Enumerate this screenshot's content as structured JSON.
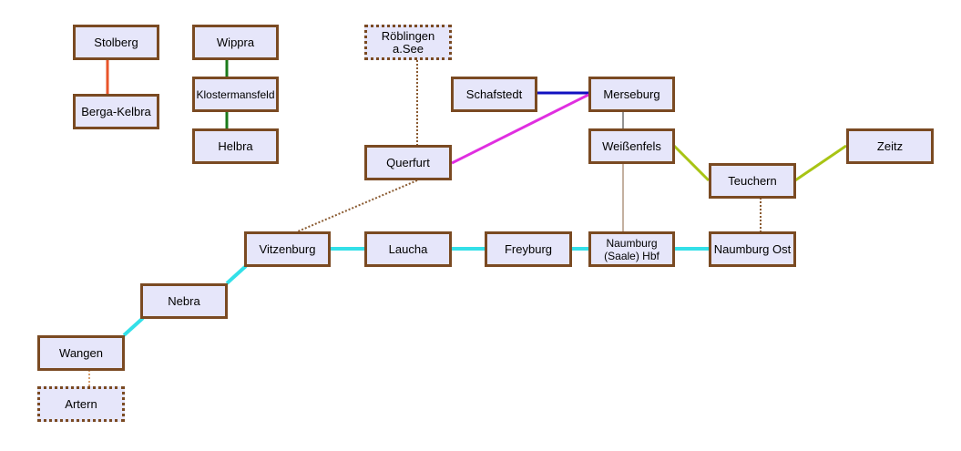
{
  "stations": {
    "stolberg": "Stolberg",
    "berga_kelbra": "Berga-Kelbra",
    "wippra": "Wippra",
    "klostermansfeld": "Klostermansfeld",
    "helbra": "Helbra",
    "roeblingen": "Röblingen\na.See",
    "querfurt": "Querfurt",
    "schafstedt": "Schafstedt",
    "merseburg": "Merseburg",
    "weissenfels": "Weißenfels",
    "teuchern": "Teuchern",
    "zeitz": "Zeitz",
    "vitzenburg": "Vitzenburg",
    "laucha": "Laucha",
    "freyburg": "Freyburg",
    "naumburg_hbf": "Naumburg\n(Saale) Hbf",
    "naumburg_ost": "Naumburg Ost",
    "nebra": "Nebra",
    "wangen": "Wangen",
    "artern": "Artern"
  },
  "line_colors": {
    "stolberg_line": "#e8552a",
    "wippra_line": "#1a7a1a",
    "unstrut_line": "#33e0e8",
    "querfurt_line": "#e02ee0",
    "schafstedt_line": "#1010c0",
    "zeitz_line": "#a8c414",
    "main_line": "#8a6040",
    "mainline_thin": "#2a2a2a",
    "closed_line": "#8a5a30",
    "closed_line_light": "#d8a070"
  }
}
